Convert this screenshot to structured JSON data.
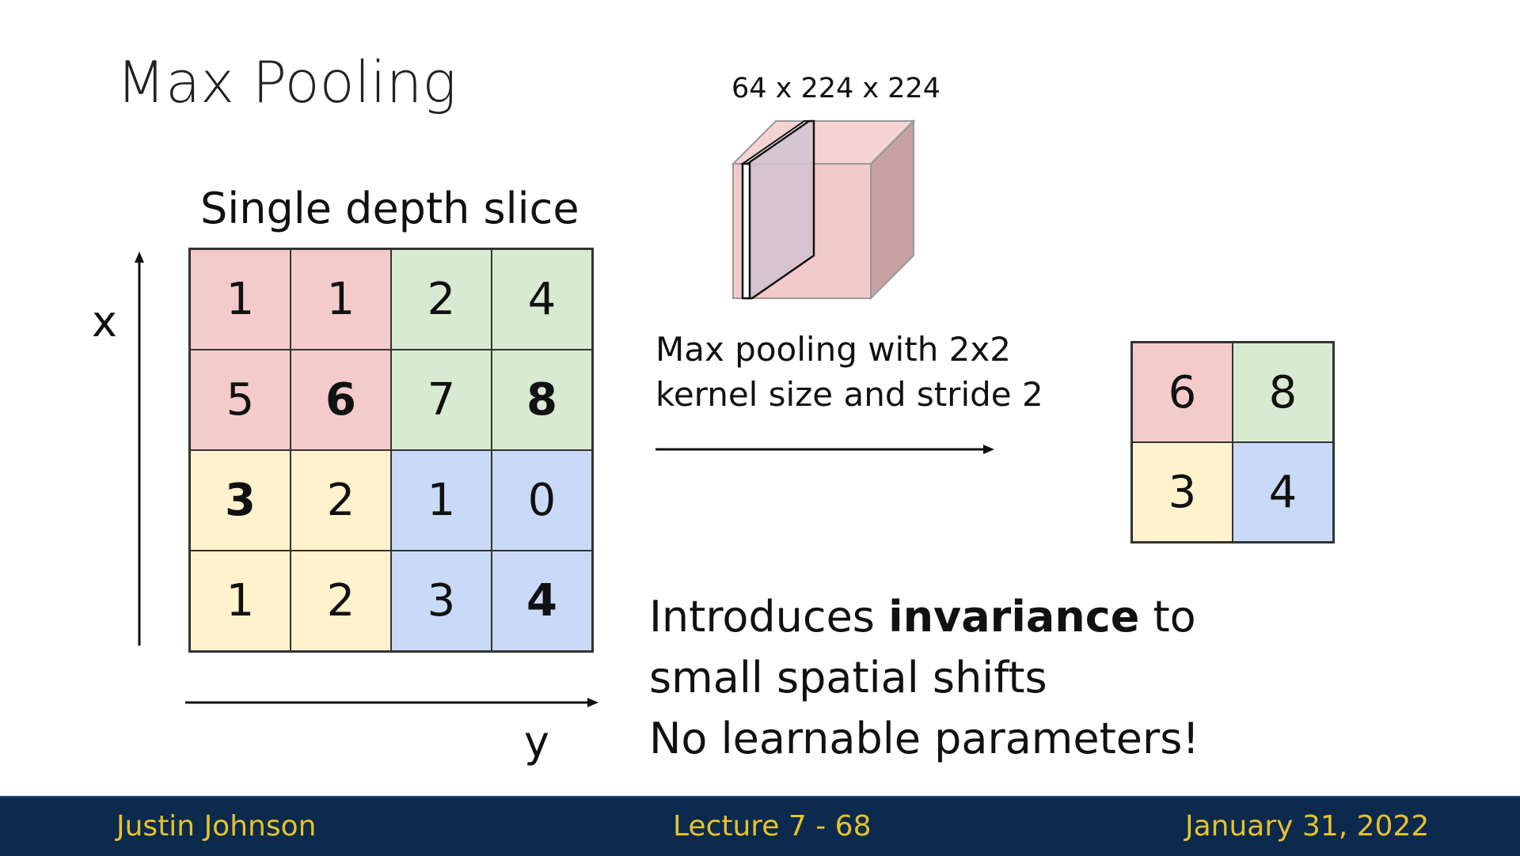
{
  "title": "Max Pooling",
  "colors": {
    "red": "#f3cbcb",
    "green": "#d9ead3",
    "yellow": "#fff2cc",
    "blue": "#c9daf8",
    "footer_bg": "#0c2a4e",
    "footer_text": "#e6c229"
  },
  "input": {
    "label": "Single depth slice",
    "x_label": "x",
    "y_label": "y",
    "rows": [
      [
        {
          "v": "1",
          "bold": false,
          "c": "red"
        },
        {
          "v": "1",
          "bold": false,
          "c": "red"
        },
        {
          "v": "2",
          "bold": false,
          "c": "green"
        },
        {
          "v": "4",
          "bold": false,
          "c": "green"
        }
      ],
      [
        {
          "v": "5",
          "bold": false,
          "c": "red"
        },
        {
          "v": "6",
          "bold": true,
          "c": "red"
        },
        {
          "v": "7",
          "bold": false,
          "c": "green"
        },
        {
          "v": "8",
          "bold": true,
          "c": "green"
        }
      ],
      [
        {
          "v": "3",
          "bold": true,
          "c": "yellow"
        },
        {
          "v": "2",
          "bold": false,
          "c": "yellow"
        },
        {
          "v": "1",
          "bold": false,
          "c": "blue"
        },
        {
          "v": "0",
          "bold": false,
          "c": "blue"
        }
      ],
      [
        {
          "v": "1",
          "bold": false,
          "c": "yellow"
        },
        {
          "v": "2",
          "bold": false,
          "c": "yellow"
        },
        {
          "v": "3",
          "bold": false,
          "c": "blue"
        },
        {
          "v": "4",
          "bold": true,
          "c": "blue"
        }
      ]
    ]
  },
  "volume": {
    "dims_label": "64 x 224 x 224"
  },
  "operation": {
    "line1": "Max pooling with 2x2",
    "line2": "kernel size and stride 2"
  },
  "output": {
    "rows": [
      [
        {
          "v": "6",
          "c": "red"
        },
        {
          "v": "8",
          "c": "green"
        }
      ],
      [
        {
          "v": "3",
          "c": "yellow"
        },
        {
          "v": "4",
          "c": "blue"
        }
      ]
    ]
  },
  "notes": {
    "line1_pre": "Introduces ",
    "line1_bold": "invariance",
    "line1_post": " to",
    "line2": "small spatial shifts",
    "line3": "No learnable parameters!"
  },
  "footer": {
    "author": "Justin Johnson",
    "lecture": "Lecture 7 - 68",
    "date": "January 31, 2022"
  }
}
